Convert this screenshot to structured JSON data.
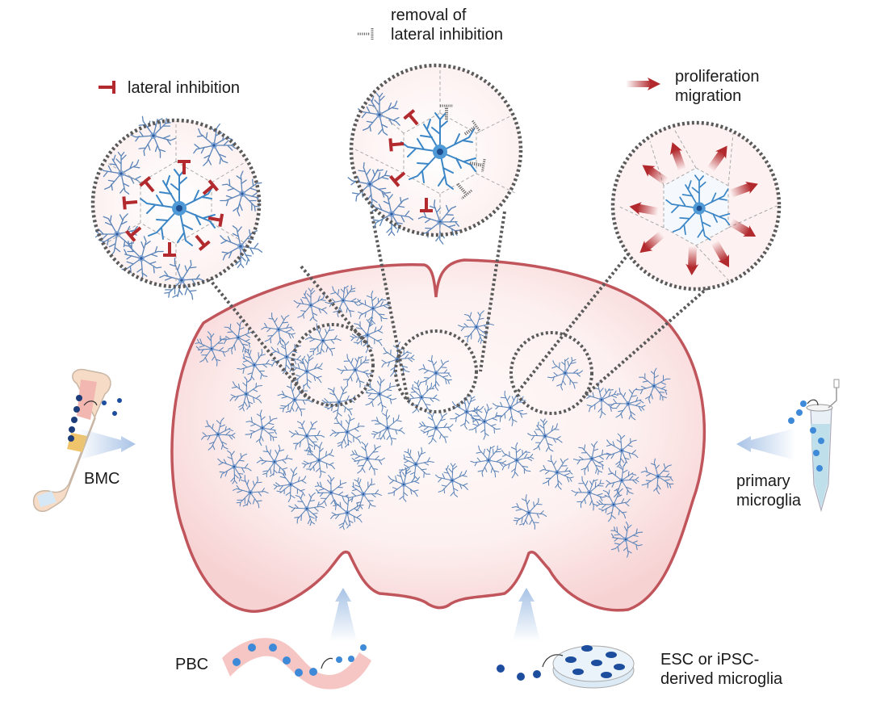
{
  "legend": {
    "lateral_inhibition": "lateral inhibition",
    "removal_line1": "removal of",
    "removal_line2": "lateral inhibition",
    "prolif_line1": "proliferation",
    "prolif_line2": "migration"
  },
  "sources": {
    "bmc": "BMC",
    "primary_line1": "primary",
    "primary_line2": "microglia",
    "pbc": "PBC",
    "esc_line1": "ESC or iPSC-",
    "esc_line2": "derived microglia"
  },
  "colors": {
    "brain_outline": "#c0555c",
    "brain_fill": "#fbe3e3",
    "inhibition_red": "#b22a2e",
    "dotted_gray": "#5a5a5a",
    "microglia_blue": "#4a78b0",
    "arrow_blue": "#a8c3e6"
  }
}
